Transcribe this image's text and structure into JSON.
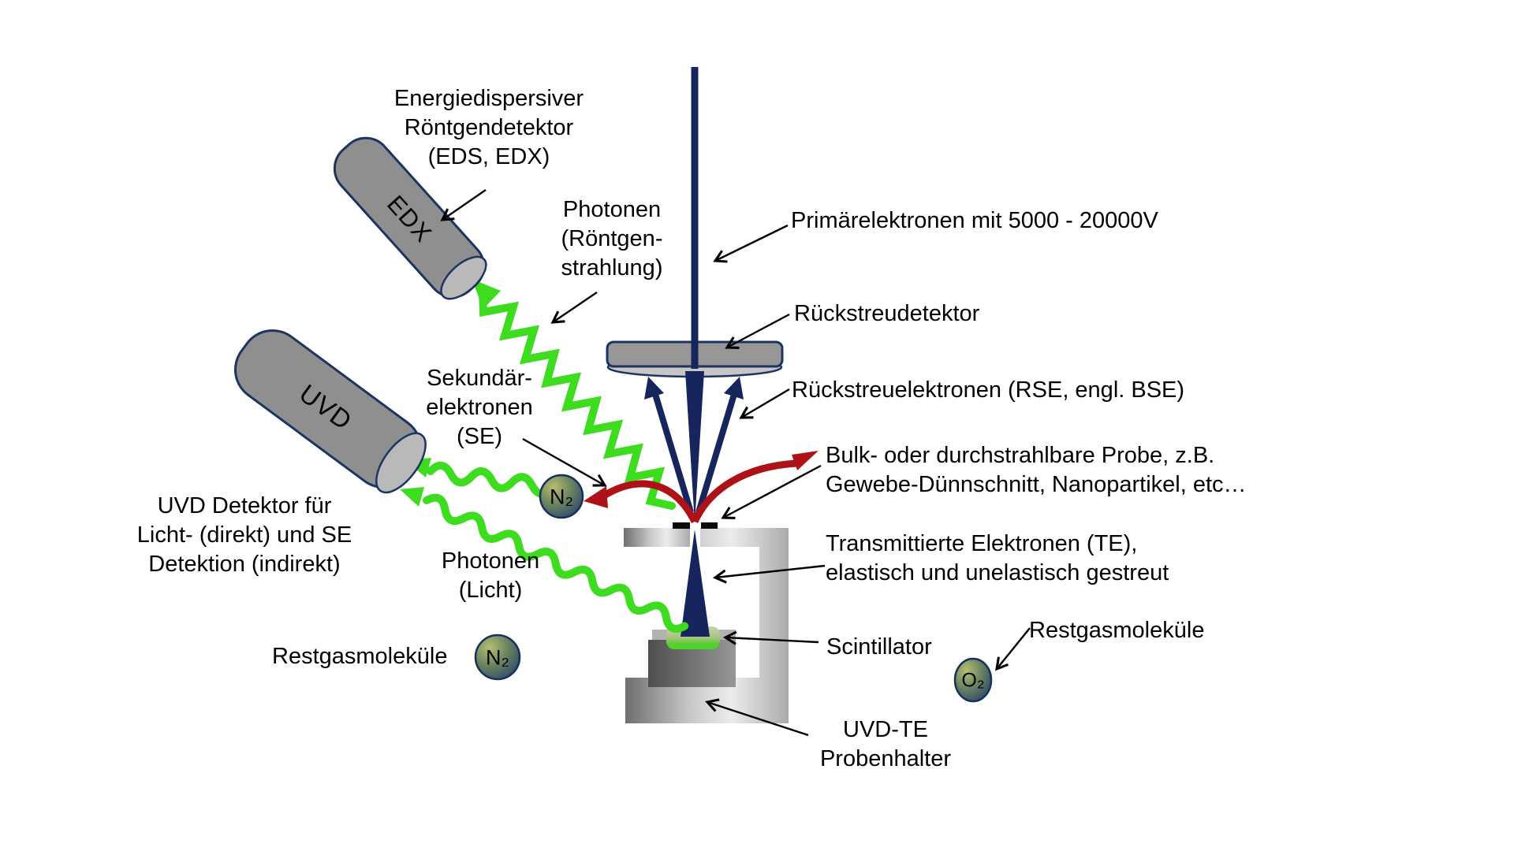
{
  "diagram": {
    "labels": {
      "eds_detector": "Energiedispersiver\nRöntgendetektor\n(EDS, EDX)",
      "photons_xray": "Photonen\n(Röntgen-\nstrahlung)",
      "primary_electrons": "Primärelektronen mit 5000 - 20000V",
      "backscatter_detector": "Rückstreudetektor",
      "backscatter_electrons": "Rückstreuelektronen (RSE, engl. BSE)",
      "secondary_electrons": "Sekundär-\nelektronen\n(SE)",
      "sample": "Bulk- oder durchstrahlbare Probe, z.B.\nGewebe-Dünnschnitt, Nanopartikel, etc…",
      "transmitted_electrons": "Transmittierte Elektronen (TE),\nelastisch und unelastisch gestreut",
      "scintillator": "Scintillator",
      "residual_gas_right": "Restgasmoleküle",
      "uvd_te_holder": "UVD-TE\nProbenhalter",
      "uvd_detector": "UVD Detektor für\nLicht- (direkt) und SE\nDetektion (indirekt)",
      "photons_light": "Photonen\n(Licht)",
      "residual_gas_left": "Restgasmoleküle",
      "edx_cylinder": "EDX",
      "uvd_cylinder": "UVD",
      "molecule_n2_center": "N₂",
      "molecule_n2_left": "N₂",
      "molecule_o2": "O₂"
    },
    "colors": {
      "beam_navy": "#16265c",
      "outline_navy": "#1d3461",
      "photon_green": "#3edc1e",
      "se_red": "#ae1117",
      "detector_gray": "#8f8f8f",
      "cap_gray": "#b9b9b9",
      "text_black": "#000000",
      "background": "#ffffff"
    }
  }
}
